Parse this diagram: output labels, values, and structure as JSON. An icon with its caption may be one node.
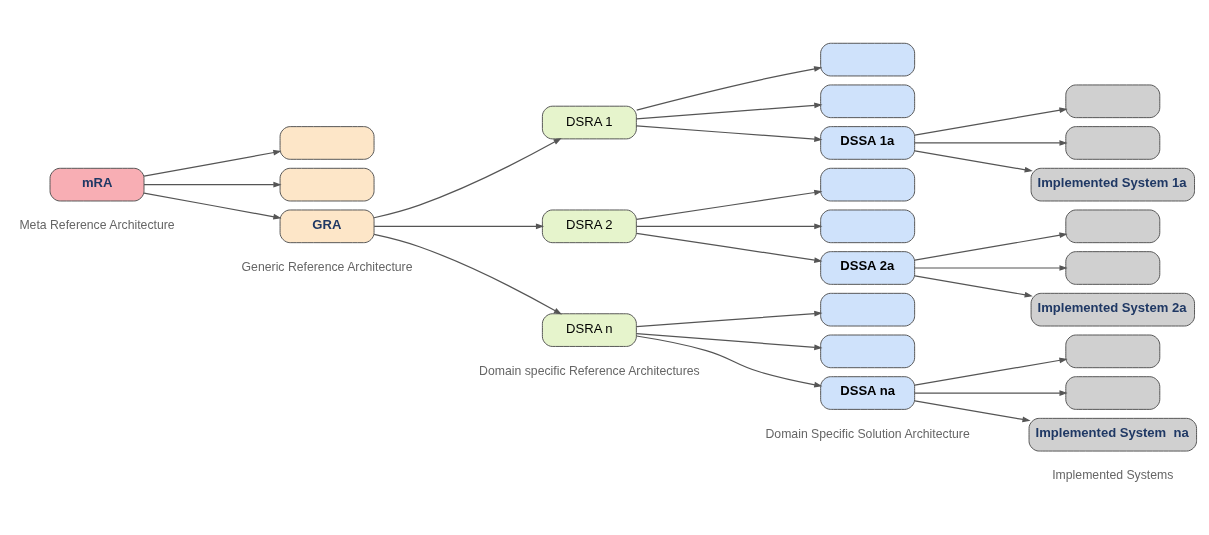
{
  "diagram": {
    "nodes": [
      {
        "text": [
          "mRA"
        ]
      },
      {
        "text": [],
        "shape": "box"
      },
      {
        "text": [],
        "shape": "box"
      },
      {
        "text": [
          "GRA"
        ]
      },
      {
        "text": [
          "DSRA 1"
        ]
      },
      {
        "text": [
          "DSRA 2"
        ]
      },
      {
        "text": [
          "DSRA n"
        ]
      },
      {
        "text": [],
        "shape": "box"
      },
      {
        "text": [],
        "shape": "box"
      },
      {
        "text": [
          "DSSA 1a"
        ]
      },
      {
        "text": [],
        "shape": "box"
      },
      {
        "text": [],
        "shape": "box"
      },
      {
        "text": [
          "DSSA 2a"
        ]
      },
      {
        "text": [],
        "shape": "box"
      },
      {
        "text": [],
        "shape": "box"
      },
      {
        "text": [
          "DSSA na"
        ]
      },
      {
        "text": [],
        "shape": "box"
      },
      {
        "text": [],
        "shape": "box"
      },
      {
        "text": [
          "Implemented System 1a"
        ]
      },
      {
        "text": [],
        "shape": "box"
      },
      {
        "text": [],
        "shape": "box"
      },
      {
        "text": [
          "Implemented System 2a"
        ]
      },
      {
        "text": [],
        "shape": "box"
      },
      {
        "text": [],
        "shape": "box"
      },
      {
        "text": [
          "Implemented System  na"
        ]
      }
    ],
    "edges": [
      {
        "from": 0,
        "to": 1,
        "arrow": "to"
      },
      {
        "from": 0,
        "to": 2,
        "arrow": "to"
      },
      {
        "from": 0,
        "to": 3,
        "arrow": "to"
      },
      {
        "from": 3,
        "to": 4,
        "arrow": "to"
      },
      {
        "from": 3,
        "to": 5,
        "arrow": "to"
      },
      {
        "from": 3,
        "to": 6,
        "arrow": "to"
      },
      {
        "from": 4,
        "to": 7,
        "arrow": "to"
      },
      {
        "from": 4,
        "to": 8,
        "arrow": "to"
      },
      {
        "from": 4,
        "to": 9,
        "arrow": "to"
      },
      {
        "from": 5,
        "to": 10,
        "arrow": "to"
      },
      {
        "from": 5,
        "to": 11,
        "arrow": "to"
      },
      {
        "from": 5,
        "to": 12,
        "arrow": "to"
      },
      {
        "from": 6,
        "to": 13,
        "arrow": "to"
      },
      {
        "from": 6,
        "to": 14,
        "arrow": "to"
      },
      {
        "from": 6,
        "to": 15,
        "arrow": "to"
      },
      {
        "from": 9,
        "to": 16,
        "arrow": "to"
      },
      {
        "from": 9,
        "to": 17,
        "arrow": "to"
      },
      {
        "from": 9,
        "to": 18,
        "arrow": "to"
      },
      {
        "from": 12,
        "to": 19,
        "arrow": "to"
      },
      {
        "from": 12,
        "to": 20,
        "arrow": "to"
      },
      {
        "from": 12,
        "to": 21,
        "arrow": "to"
      },
      {
        "from": 15,
        "to": 22,
        "arrow": "to"
      },
      {
        "from": 15,
        "to": 23,
        "arrow": "to"
      },
      {
        "from": 15,
        "to": 24,
        "arrow": "to"
      }
    ],
    "labels": [
      "Meta Reference Architecture",
      "Generic Reference Architecture",
      "Domain specific Reference Architectures",
      "Domain Specific Solution Architecture",
      "Implemented Systems"
    ]
  }
}
